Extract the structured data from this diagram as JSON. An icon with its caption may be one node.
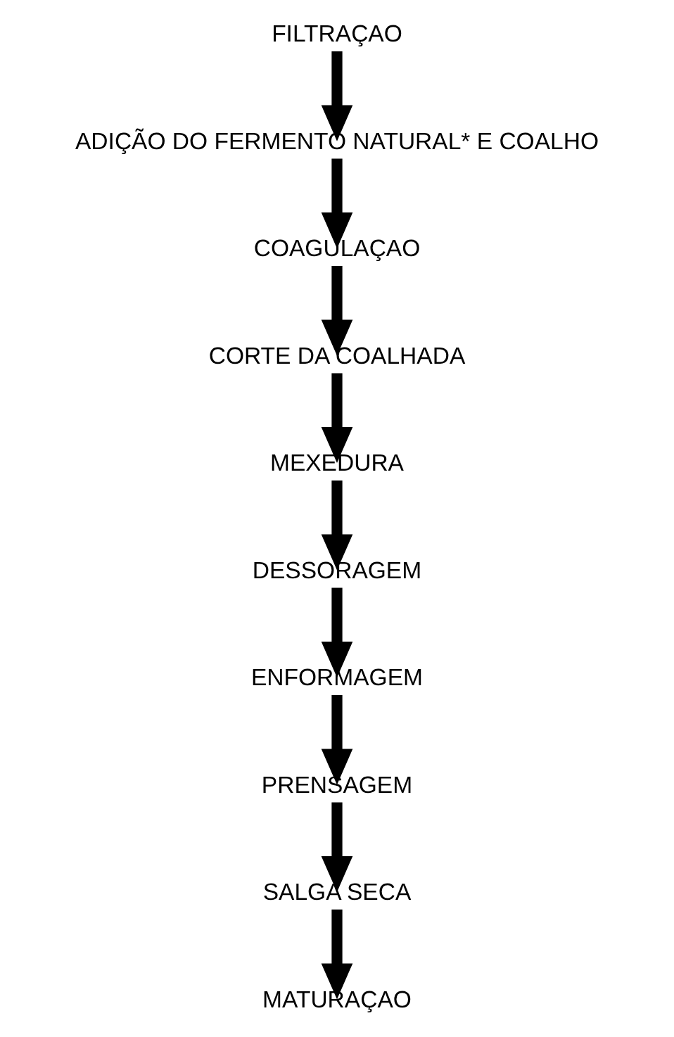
{
  "diagram": {
    "nodes": [
      {
        "text": [
          "FILTRAÇAO"
        ]
      },
      {
        "text": [
          "ADIÇÃO DO FERMENTO NATURAL* E COALHO"
        ]
      },
      {
        "text": [
          "COAGULAÇAO"
        ]
      },
      {
        "text": [
          "CORTE DA COALHADA"
        ]
      },
      {
        "text": [
          "MEXEDURA"
        ]
      },
      {
        "text": [
          "DESSORAGEM"
        ]
      },
      {
        "text": [
          "ENFORMAGEM"
        ]
      },
      {
        "text": [
          "PRENSAGEM"
        ]
      },
      {
        "text": [
          "SALGA SECA"
        ]
      },
      {
        "text": [
          "MATURAÇAO"
        ]
      }
    ],
    "edges": [
      {
        "from": 0,
        "to": 1,
        "arrow": "to"
      },
      {
        "from": 1,
        "to": 2,
        "arrow": "to"
      },
      {
        "from": 2,
        "to": 3,
        "arrow": "to"
      },
      {
        "from": 3,
        "to": 4,
        "arrow": "to"
      },
      {
        "from": 4,
        "to": 5,
        "arrow": "to"
      },
      {
        "from": 5,
        "to": 6,
        "arrow": "to"
      },
      {
        "from": 6,
        "to": 7,
        "arrow": "to"
      },
      {
        "from": 7,
        "to": 8,
        "arrow": "to"
      },
      {
        "from": 8,
        "to": 9,
        "arrow": "to"
      }
    ]
  }
}
